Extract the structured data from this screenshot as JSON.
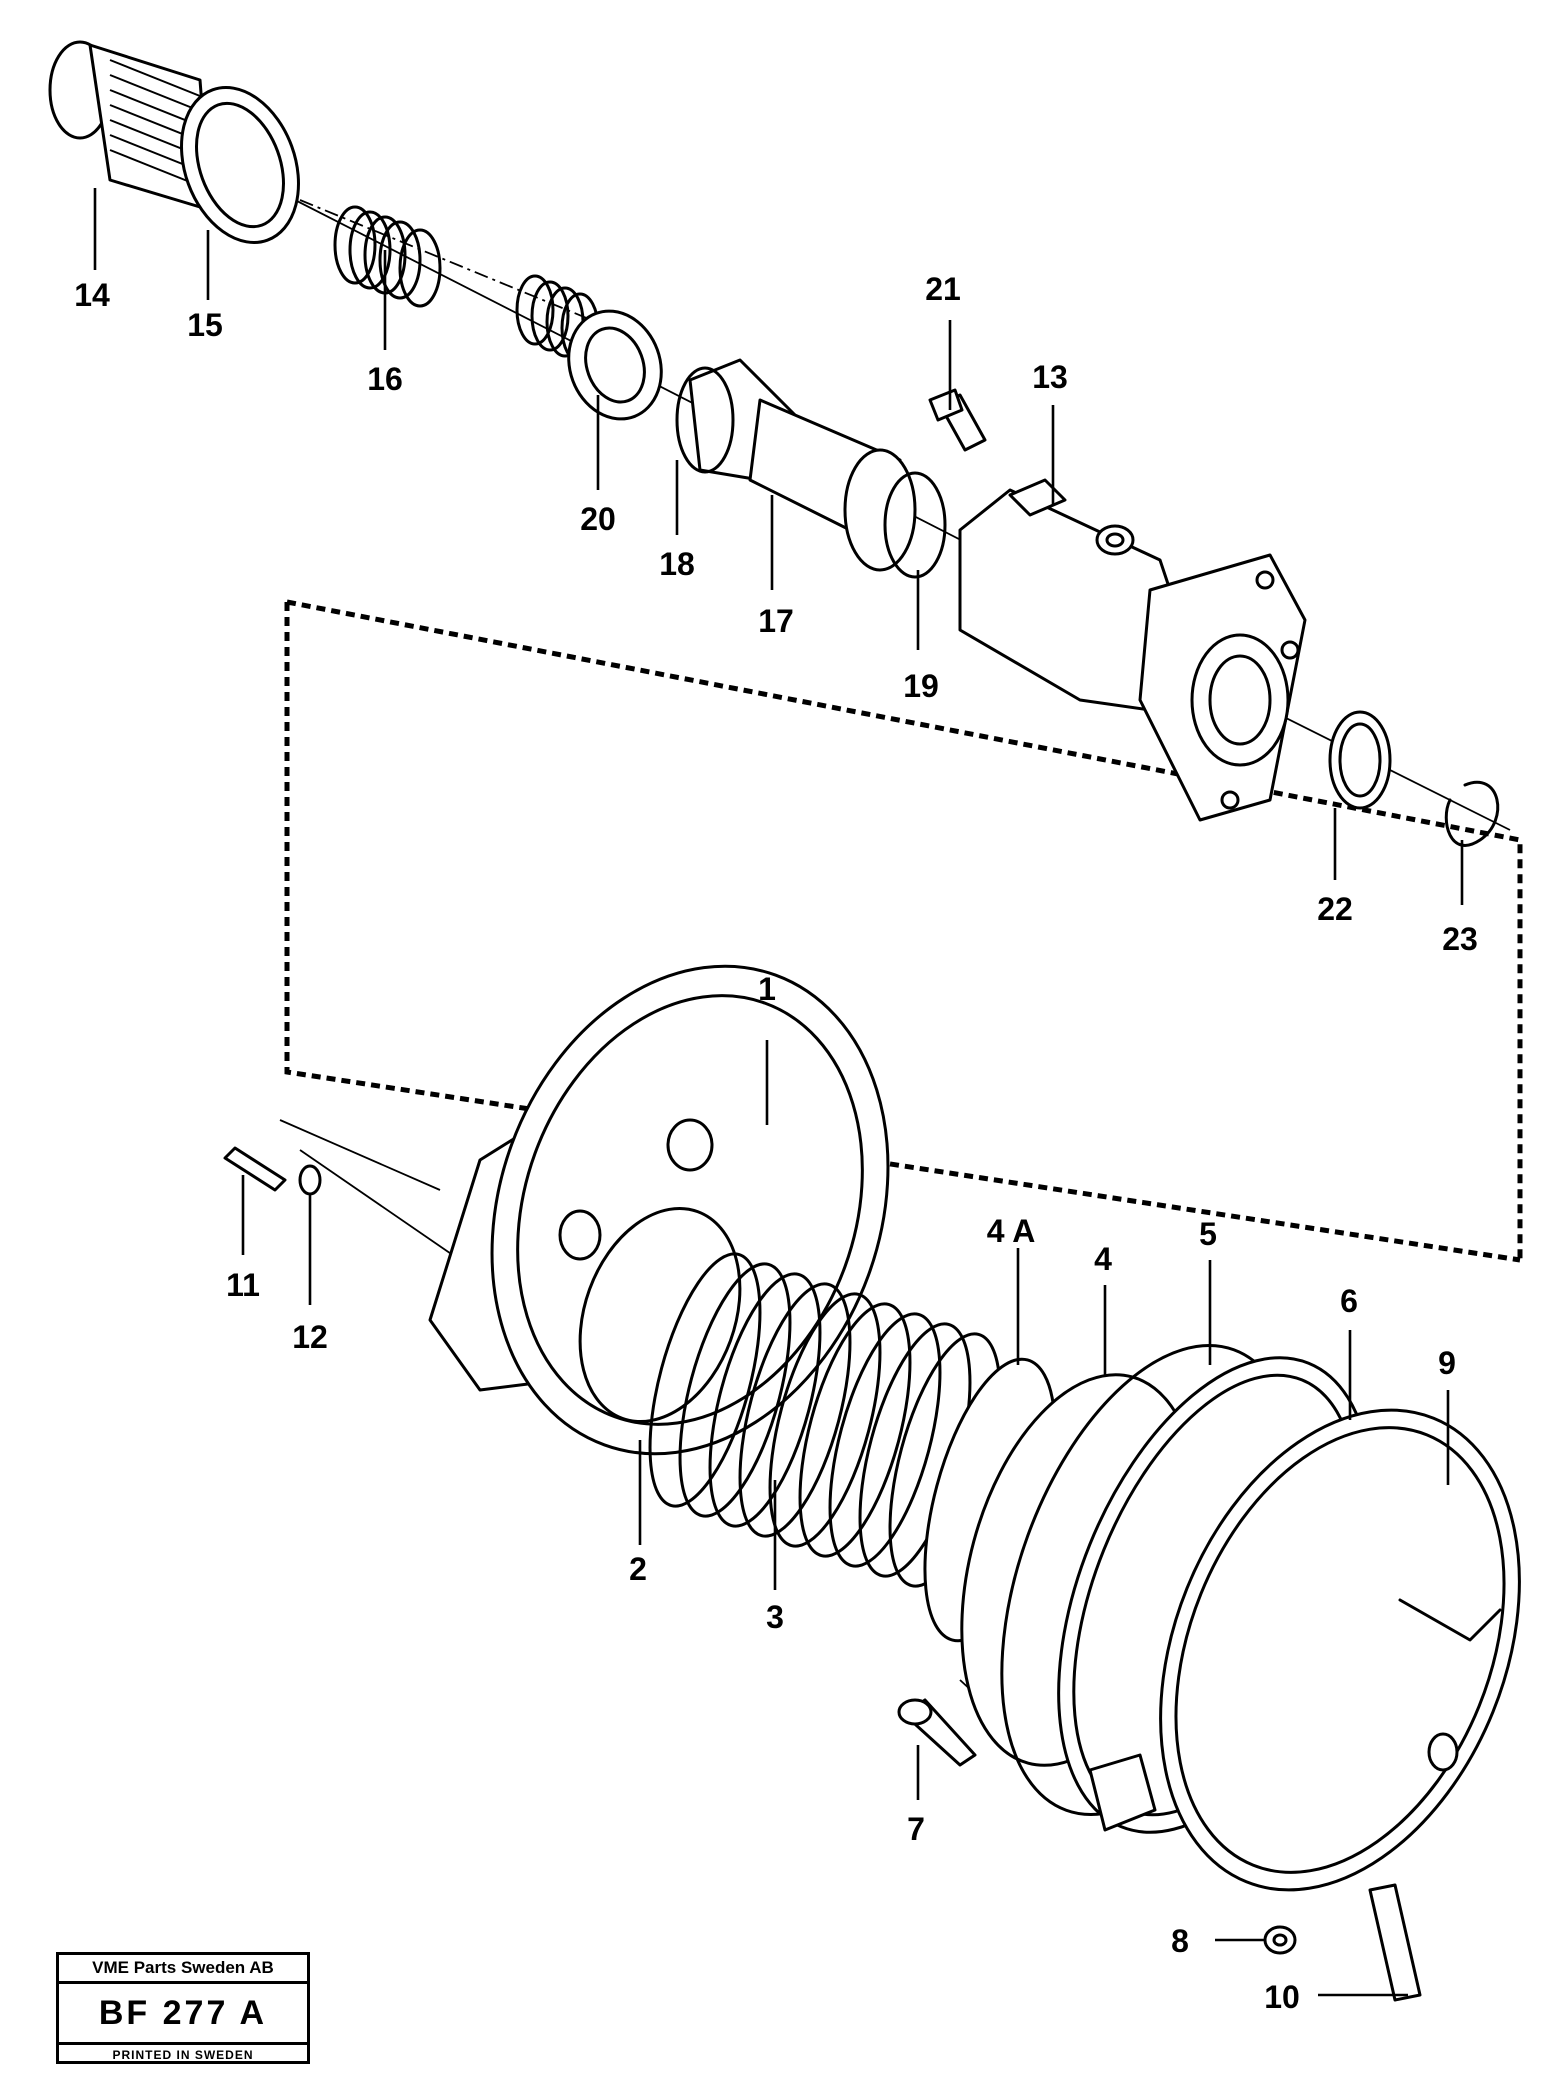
{
  "callouts": [
    {
      "id": "14",
      "text": "14"
    },
    {
      "id": "15",
      "text": "15"
    },
    {
      "id": "16",
      "text": "16"
    },
    {
      "id": "20",
      "text": "20"
    },
    {
      "id": "18",
      "text": "18"
    },
    {
      "id": "17",
      "text": "17"
    },
    {
      "id": "19",
      "text": "19"
    },
    {
      "id": "21",
      "text": "21"
    },
    {
      "id": "13",
      "text": "13"
    },
    {
      "id": "22",
      "text": "22"
    },
    {
      "id": "23",
      "text": "23"
    },
    {
      "id": "1",
      "text": "1"
    },
    {
      "id": "11",
      "text": "11"
    },
    {
      "id": "12",
      "text": "12"
    },
    {
      "id": "4A",
      "text": "4 A"
    },
    {
      "id": "4",
      "text": "4"
    },
    {
      "id": "5",
      "text": "5"
    },
    {
      "id": "6",
      "text": "6"
    },
    {
      "id": "9",
      "text": "9"
    },
    {
      "id": "2",
      "text": "2"
    },
    {
      "id": "3",
      "text": "3"
    },
    {
      "id": "7",
      "text": "7"
    },
    {
      "id": "8",
      "text": "8"
    },
    {
      "id": "10",
      "text": "10"
    }
  ],
  "stamp": {
    "company": "VME Parts Sweden AB",
    "code": "BF 277 A",
    "printed": "PRINTED IN SWEDEN"
  }
}
